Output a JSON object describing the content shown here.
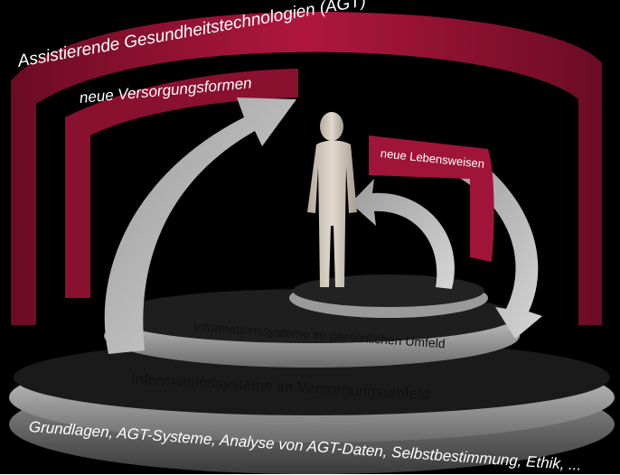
{
  "labels": {
    "agt": "Assistierende Gesundheitstechnologien (AGT)",
    "versorgungsformen": "neue Versorgungsformen",
    "lebensweisen": "neue Lebensweisen",
    "persoenliches_umfeld": "Informationssysteme im persönlichen Umfeld",
    "versorgungsumfeld": "Informationssysteme im Versorgungsumfeld",
    "grundlagen": "Grundlagen, AGT-Systeme, Analyse von AGT-Daten, Selbstbestimmung, Ethik, ..."
  },
  "colors": {
    "band": "#8a1030",
    "band_dark": "#5a0a1f",
    "disc": "#b8b8b8",
    "figure": "#c9bfb3",
    "background": "#000000"
  }
}
